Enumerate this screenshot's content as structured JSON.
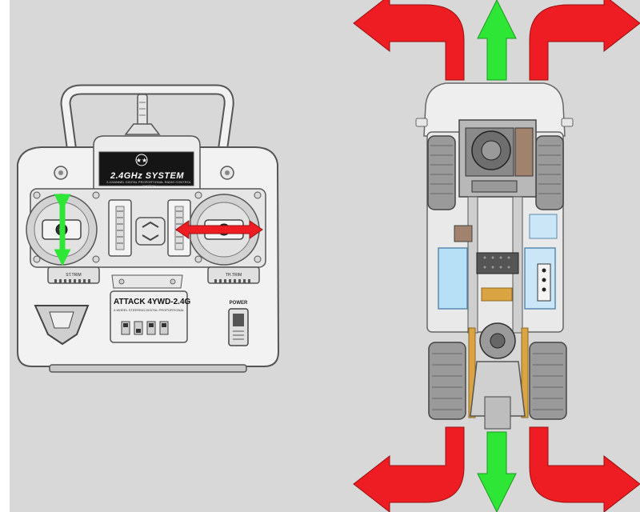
{
  "transmitter": {
    "brand_label": "2.4GHz SYSTEM",
    "brand_fineprint": "2-CHANNEL DIGITAL PROPORTIONAL RADIO CONTROL SYSTEM",
    "model_label": "ATTACK 4YWD-2.4G",
    "model_fineprint": "4-WHEEL STEERING DIGITAL PROPORTIONAL",
    "power_label": "POWER",
    "trim_tray_left": "ST.TRIM",
    "trim_tray_right": "TH.TRIM"
  },
  "colors": {
    "background": "#d8d8d8",
    "arrow_turn": "#ee1d23",
    "arrow_straight": "#2ee636",
    "body": "#f2f2f2",
    "outline": "#555555"
  }
}
